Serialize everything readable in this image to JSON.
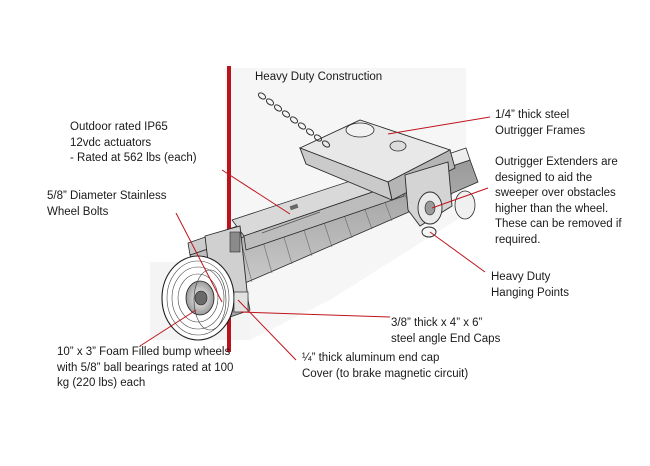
{
  "colors": {
    "leader_line": "#c0141c",
    "steel_light": "#e4e4e4",
    "steel_mid": "#b9b9b9",
    "steel_dark": "#7a7a7a",
    "outline": "#2a2a2a",
    "background": "#ffffff"
  },
  "labels": {
    "heavy_duty_construction": "Heavy Duty Construction",
    "outrigger_frames": [
      "1/4” thick steel",
      "Outrigger Frames"
    ],
    "outrigger_extenders": [
      "Outrigger Extenders are",
      "designed to aid the",
      "sweeper over obstacles",
      "higher than the wheel.",
      "These can be removed if",
      "required."
    ],
    "actuators": [
      "Outdoor rated IP65",
      "12vdc actuators",
      "- Rated at 562 lbs (each)"
    ],
    "wheel_bolts": [
      "5/8” Diameter Stainless",
      "Wheel Bolts"
    ],
    "hanging_points": [
      "Heavy Duty",
      "Hanging Points"
    ],
    "end_caps": [
      "3/8” thick x 4” x 6”",
      "steel angle End Caps"
    ],
    "bump_wheels": [
      "10” x 3” Foam Filled bump wheels",
      "with 5/8” ball bearings rated at 100",
      "kg (220 lbs) each"
    ],
    "aluminum_end_cap": [
      "¼” thick aluminum end cap",
      "Cover (to brake magnetic circuit)"
    ]
  }
}
